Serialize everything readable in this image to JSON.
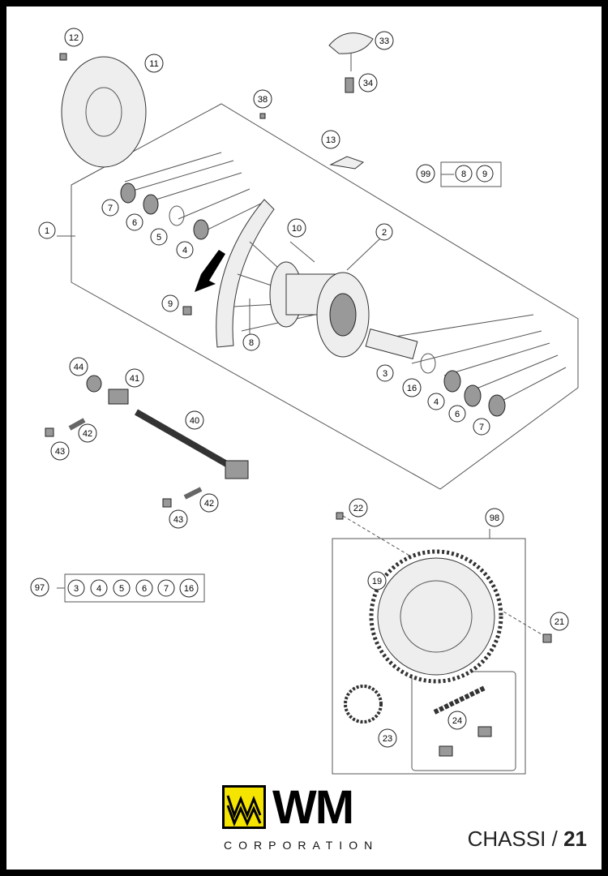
{
  "callouts": {
    "c12": "12",
    "c11": "11",
    "c33": "33",
    "c34": "34",
    "c38": "38",
    "c13": "13",
    "c99": "99",
    "c99a": "8",
    "c99b": "9",
    "c7a": "7",
    "c6a": "6",
    "c5a": "5",
    "c4a": "4",
    "c1": "1",
    "c10": "10",
    "c2": "2",
    "c9": "9",
    "c8": "8",
    "c3": "3",
    "c16": "16",
    "c4b": "4",
    "c6b": "6",
    "c7b": "7",
    "c44": "44",
    "c41": "41",
    "c40": "40",
    "c42a": "42",
    "c43a": "43",
    "c42b": "42",
    "c43b": "43",
    "c22": "22",
    "c98": "98",
    "c19": "19",
    "c21": "21",
    "c23": "23",
    "c24": "24",
    "c97": "97",
    "k97a": "3",
    "k97b": "4",
    "k97c": "5",
    "k97d": "6",
    "k97e": "7",
    "k97f": "16"
  },
  "logo": {
    "letters": "WM",
    "corporation": "CORPORATION",
    "color": "#f5e400"
  },
  "footer": {
    "section": "CHASSI",
    "separator": " / ",
    "page": "21"
  }
}
